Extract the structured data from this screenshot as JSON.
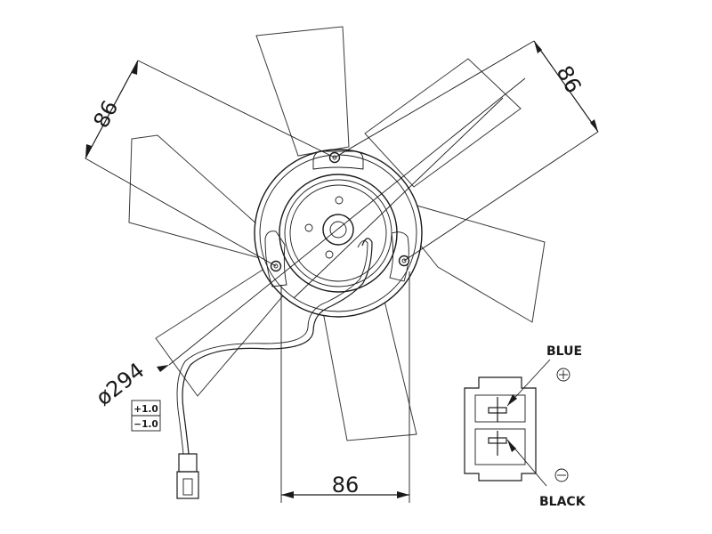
{
  "dimensions": {
    "top_left": "86",
    "top_right": "86",
    "bottom": "86",
    "diameter": "ø294"
  },
  "tolerance": {
    "upper": "+1.0",
    "lower": "−1.0"
  },
  "connector": {
    "positive_label": "BLUE",
    "negative_label": "BLACK",
    "positive_symbol": "⊕",
    "negative_symbol": "⊖"
  }
}
